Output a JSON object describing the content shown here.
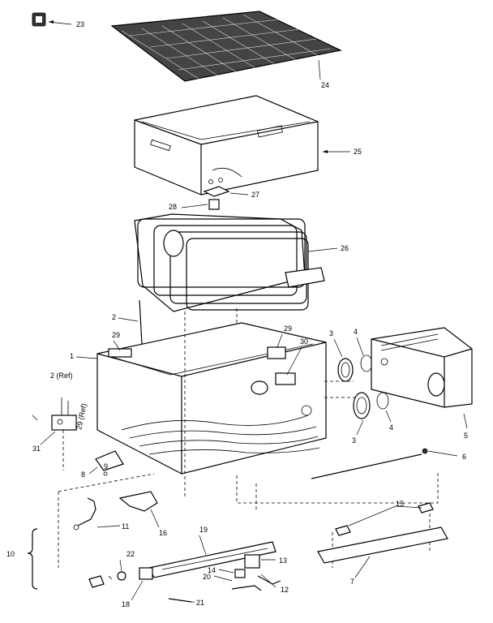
{
  "diagram": {
    "callouts": {
      "p23": "23",
      "p24": "24",
      "p25": "25",
      "p27": "27",
      "p28": "28",
      "p26": "26",
      "p2": "2",
      "p29a": "29",
      "p1": "1",
      "p2ref": "2 (Ref)",
      "p29ref": "29 (Ref)",
      "p31": "31",
      "p8": "8",
      "p29b": "29",
      "p30": "30",
      "p3a": "3",
      "p4a": "4",
      "p3b": "3",
      "p4b": "4",
      "p5": "5",
      "p6": "6",
      "p16": "16",
      "p11": "11",
      "p10": "10",
      "p15": "15",
      "p19": "19",
      "p22": "22",
      "p13": "13",
      "p14": "14",
      "p20": "20",
      "p12": "12",
      "p18": "18",
      "p21": "21",
      "p7": "7",
      "p9": "9"
    }
  }
}
